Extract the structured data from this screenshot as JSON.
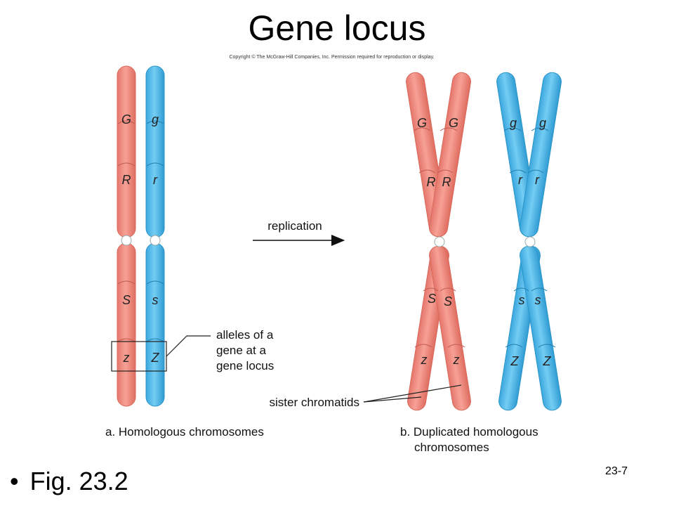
{
  "title": "Gene locus",
  "copyright": "Copyright © The McGraw-Hill Companies, Inc. Permission required for reproduction or display.",
  "arrow_label": "replication",
  "callouts": {
    "alleles": [
      "alleles of a",
      "gene at a",
      "gene locus"
    ],
    "sister": "sister chromatids"
  },
  "captions": {
    "a": "a. Homologous chromosomes",
    "b_line1": "b. Duplicated homologous",
    "b_line2": "chromosomes"
  },
  "alleles": {
    "pink_chromosome": [
      "G",
      "R",
      "S",
      "z"
    ],
    "blue_chromosome": [
      "g",
      "r",
      "s",
      "Z"
    ]
  },
  "colors": {
    "pink": "#f08a7e",
    "pink_stroke": "#d8695d",
    "blue": "#49b5e8",
    "blue_stroke": "#2c95c9",
    "centromere": "#ffffff"
  },
  "bullet_text": "Fig. 23.2",
  "slide_number": "23-7"
}
